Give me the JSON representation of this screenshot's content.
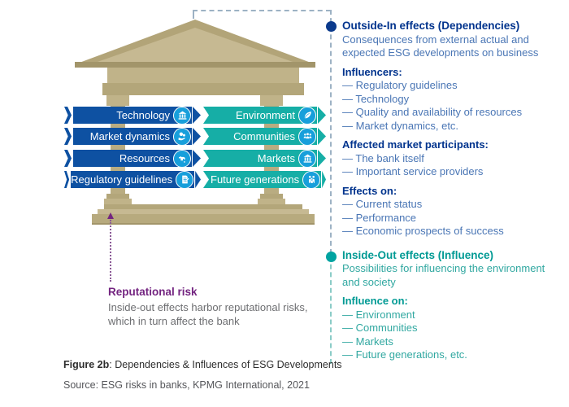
{
  "palette": {
    "banner_blue": "#0e51a2",
    "banner_teal": "#16aea6",
    "icon_circle_blue": "#179fdb",
    "heading_blue": "#00338D",
    "body_blue": "#4a76b5",
    "heading_teal": "#009a94",
    "body_teal": "#31a8a1",
    "temple_tan": "#c0b389",
    "temple_tan_dark": "#b3a67a",
    "purple": "#732480",
    "gray_text": "#6d6e71"
  },
  "temple": {
    "left_banners": [
      {
        "label": "Technology",
        "icon": "bank-building-icon"
      },
      {
        "label": "Market dynamics",
        "icon": "hand-coins-icon"
      },
      {
        "label": "Resources",
        "icon": "water-tap-icon"
      },
      {
        "label": "Regulatory guidelines",
        "icon": "document-pen-icon"
      }
    ],
    "right_banners": [
      {
        "label": "Environment",
        "icon": "leaf-icon"
      },
      {
        "label": "Communities",
        "icon": "people-group-icon"
      },
      {
        "label": "Markets",
        "icon": "bank-icon"
      },
      {
        "label": "Future generations",
        "icon": "family-icon"
      }
    ]
  },
  "outside_in": {
    "title": "Outside-In effects (Dependencies)",
    "description": "Consequences from external actual and expected ESG developments on business",
    "groups": [
      {
        "heading": "Influencers:",
        "items": [
          "— Regulatory guidelines",
          "— Technology",
          "— Quality and availability of resources",
          "— Market dynamics, etc."
        ]
      },
      {
        "heading": "Affected market participants:",
        "items": [
          "— The bank itself",
          "— Important service providers"
        ]
      },
      {
        "heading": "Effects on:",
        "items": [
          "— Current status",
          "— Performance",
          "— Economic prospects of success"
        ]
      }
    ]
  },
  "inside_out": {
    "title": "Inside-Out effects (Influence)",
    "description": "Possibilities for influencing the environment and society",
    "groups": [
      {
        "heading": "Influence on:",
        "items": [
          "— Environment",
          "— Communities",
          "— Markets",
          "— Future generations, etc."
        ]
      }
    ]
  },
  "reputational": {
    "title": "Reputational risk",
    "body": "Inside-out effects harbor reputational risks, which in turn affect the bank"
  },
  "caption": {
    "figure_label": "Figure 2b",
    "figure_rest": ": Dependencies & Influences of ESG Developments",
    "source": "Source: ESG risks in banks, KPMG International, 2021"
  }
}
